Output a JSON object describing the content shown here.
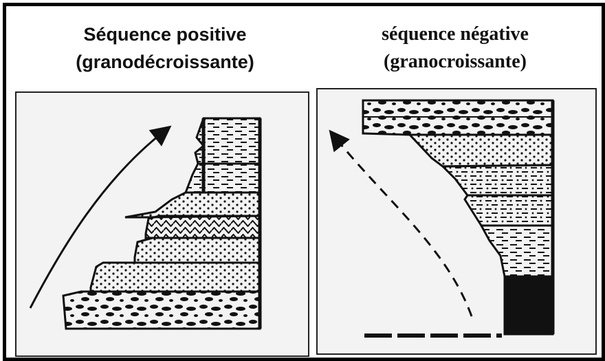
{
  "left": {
    "title_line1": "Séquence positive",
    "title_line2": "(granodécroissante)"
  },
  "right": {
    "title_line1": "séquence négative",
    "title_line2": "(granocroissante)"
  },
  "colors": {
    "ink": "#111111",
    "panel": "#f3f3f3",
    "frame": "#000000"
  },
  "icons": {
    "left_arrow": "arrow-up-solid-icon",
    "right_arrow": "arrow-up-dashed-icon"
  }
}
